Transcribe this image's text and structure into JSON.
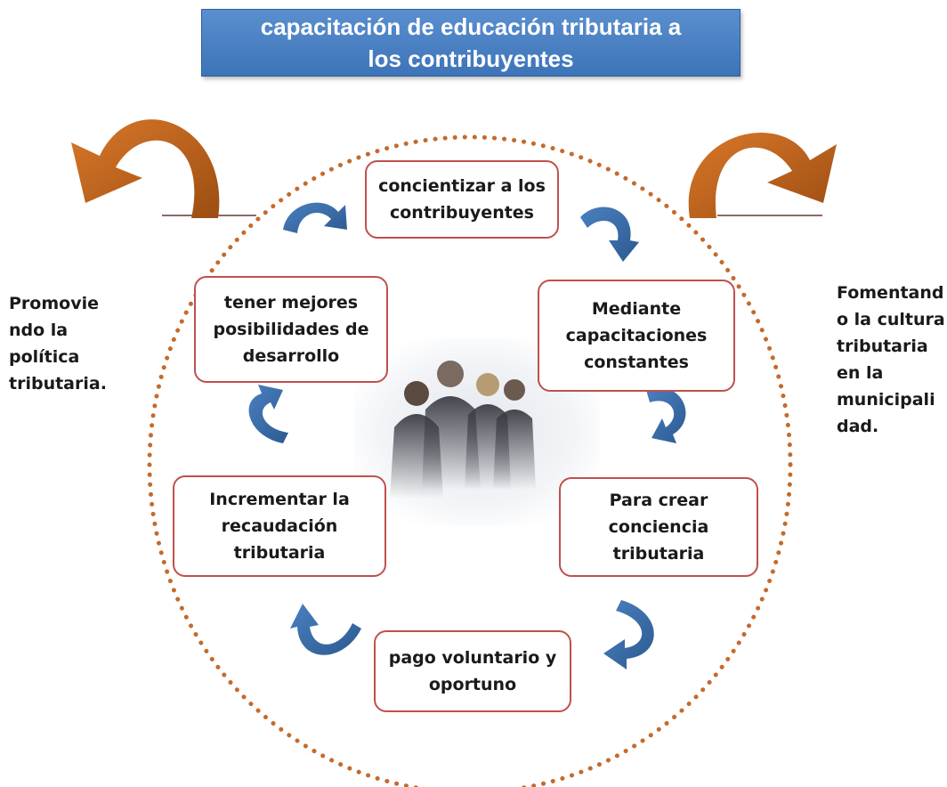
{
  "title": {
    "line1": "capacitación  de educación  tributaria a",
    "line2": "los  contribuyentes"
  },
  "nodes": {
    "n1": {
      "line1": "concientizar a los",
      "line2": "contribuyentes"
    },
    "n2": {
      "line1": "Mediante",
      "line2": "capacitaciones",
      "line3": "constantes"
    },
    "n3": {
      "line1": "Para crear",
      "line2": "conciencia",
      "line3": "tributaria"
    },
    "n4": {
      "line1": "pago voluntario y",
      "line2": "oportuno"
    },
    "n5": {
      "line1": "Incrementar la",
      "line2": "recaudación",
      "line3": "tributaria"
    },
    "n6": {
      "line1": "tener mejores",
      "line2": "posibilidades de",
      "line3": "desarrollo"
    }
  },
  "left_text": "Promovie\nndo la\npolítica\ntributaria.",
  "right_text": "Fomentand\no la cultura\ntributaria\nen la\nmunicipali\ndad.",
  "colors": {
    "title_fill": "#4a81c4",
    "node_border": "#c0504d",
    "cycle_arrow": "#3c6ea8",
    "dotted_circle": "#c56a2b",
    "big_arrow": "#c0621a"
  },
  "icons": {
    "cycle_arrows": "curved-arrow-icon",
    "big_arrows": "curved-arrow-icon",
    "photo": "meeting-audience-image"
  }
}
